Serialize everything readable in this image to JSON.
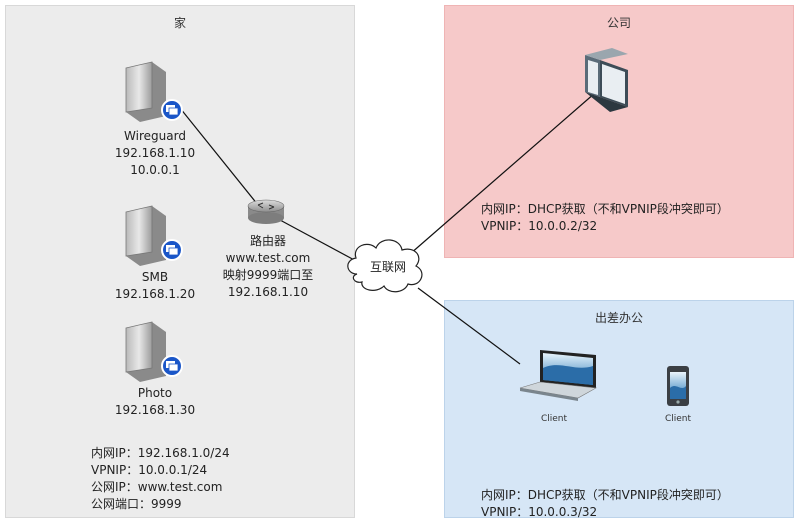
{
  "home": {
    "title": "家",
    "servers": [
      {
        "name": "Wireguard",
        "ip": "192.168.1.10",
        "ip2": "10.0.0.1"
      },
      {
        "name": "SMB",
        "ip": "192.168.1.20"
      },
      {
        "name": "Photo",
        "ip": "192.168.1.30"
      }
    ],
    "router": {
      "name": "路由器",
      "domain": "www.test.com",
      "mapping": "映射9999端口至",
      "target": "192.168.1.10"
    },
    "info": [
      "内网IP：192.168.1.0/24",
      "VPNIP：10.0.0.1/24",
      "公网IP：www.test.com",
      "公网端口：9999"
    ]
  },
  "internet": {
    "label": "互联网"
  },
  "company": {
    "title": "公司",
    "info": [
      "内网IP：DHCP获取（不和VPNIP段冲突即可）",
      "VPNIP：10.0.0.2/32"
    ]
  },
  "travel": {
    "title": "出差办公",
    "clients": [
      "Client",
      "Client"
    ],
    "info": [
      "内网IP：DHCP获取（不和VPNIP段冲突即可）",
      "VPNIP：10.0.0.3/32"
    ]
  },
  "colors": {
    "home_bg": "#ececec",
    "company_bg": "#f6c9c9",
    "travel_bg": "#d6e6f6",
    "badge": "#1a56c8"
  }
}
